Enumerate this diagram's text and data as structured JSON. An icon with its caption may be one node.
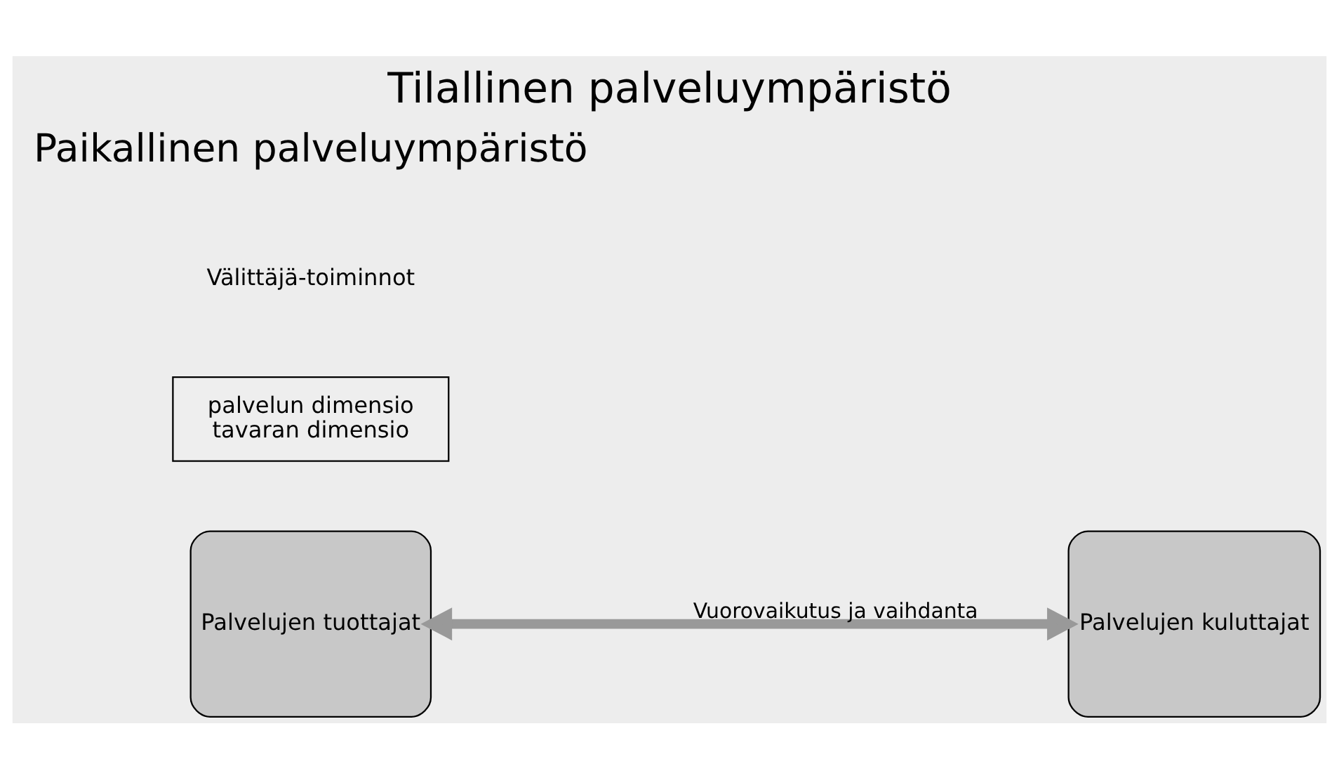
{
  "diagram": {
    "title": "Tilallinen palveluympäristö",
    "caption": "Paikallinen palveluympäristö",
    "nodes": [
      {
        "text": [
          "Palvelujen tuottajat"
        ]
      },
      {
        "text": [
          "Palvelujen kuluttajat"
        ]
      },
      {
        "text": [
          "palvelun dimensio",
          "tavaran dimensio"
        ]
      }
    ],
    "edges": [
      {
        "from": 0,
        "to": 1,
        "arrow": "both",
        "label": "Vuorovaikutus ja vaihdanta"
      }
    ],
    "labels": [
      "Välittäjä-toiminnot"
    ]
  }
}
